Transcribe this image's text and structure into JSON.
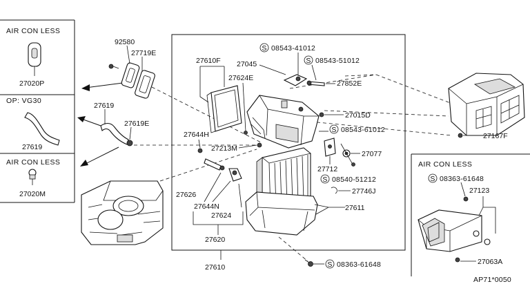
{
  "sections": {
    "air_con_less_top": "AIR CON LESS",
    "op_vg30": "OP: VG30",
    "air_con_less_mid": "AIR CON LESS",
    "air_con_less_right": "AIR CON LESS"
  },
  "parts": {
    "p27020P": "27020P",
    "p92580": "92580",
    "p27719E": "27719E",
    "p27619_a": "27619",
    "p27619E": "27619E",
    "p27619_b": "27619",
    "p27020M": "27020M",
    "p27610F": "27610F",
    "p27045": "27045",
    "p27624E": "27624E",
    "p27852E": "27852E",
    "p27015D": "27015D",
    "p27167F": "27167F",
    "p27644H": "27644H",
    "p27213M": "27213M",
    "p27077": "27077",
    "p27712": "27712",
    "p27746J": "27746J",
    "p27626": "27626",
    "p27644N": "27644N",
    "p27624": "27624",
    "p27611": "27611",
    "p27620": "27620",
    "p27610": "27610",
    "p27123": "27123",
    "p27063A": "27063A"
  },
  "screws": {
    "s1": "08543-41012",
    "s2": "08543-51012",
    "s3": "08543-61012",
    "s4": "08540-51212",
    "s5": "08363-61648",
    "s6": "08363-61648"
  },
  "screw_symbol": "S",
  "ref_code": "AP71*0050"
}
